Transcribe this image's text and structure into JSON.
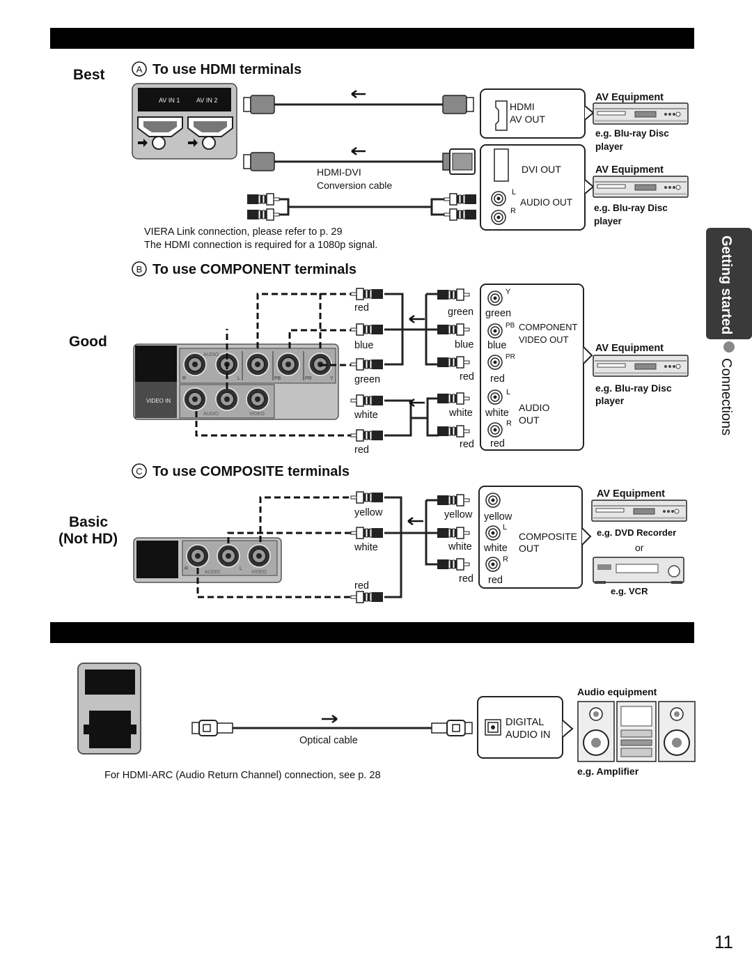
{
  "page_number": "11",
  "side_tab": {
    "getting_started": "Getting started",
    "connections": "Connections"
  },
  "quality": {
    "best": "Best",
    "good": "Good",
    "basic": "Basic",
    "not_hd": "(Not HD)"
  },
  "section_a": {
    "letter": "A",
    "title": "To use HDMI terminals",
    "tv_panel": {
      "av_in_1": "AV IN 1",
      "av_in_2": "AV IN 2"
    },
    "jack_hdmi_1": "HDMI",
    "jack_hdmi_2": "AV OUT",
    "jack_dvi": "DVI OUT",
    "jack_audio_out": "AUDIO OUT",
    "jack_l": "L",
    "jack_r": "R",
    "cable_label_1": "HDMI-DVI",
    "cable_label_2": "Conversion cable",
    "note_1": "VIERA Link connection, please refer to p. 29",
    "note_2": "The HDMI connection is required for a 1080p signal.",
    "equip_1_title": "AV Equipment",
    "equip_1_eg": "e.g. Blu-ray Disc",
    "equip_1_eg2": "player",
    "equip_2_title": "AV Equipment",
    "equip_2_eg": "e.g. Blu-ray Disc",
    "equip_2_eg2": "player"
  },
  "section_b": {
    "letter": "B",
    "title": "To use COMPONENT terminals",
    "tv_panel": {
      "audio": "AUDIO",
      "video_in": "VIDEO IN",
      "audio2": "AUDIO",
      "video": "VIDEO",
      "r": "R",
      "l": "L",
      "pb": "PB",
      "pr": "PR",
      "y": "Y"
    },
    "plug_labels_left": [
      "red",
      "blue",
      "green",
      "white",
      "red"
    ],
    "plug_labels_right": [
      "green",
      "blue",
      "red",
      "white",
      "red"
    ],
    "jack_labels": [
      "green",
      "blue",
      "red",
      "white",
      "red"
    ],
    "jack_y": "Y",
    "jack_pb": "PB",
    "jack_pr": "PR",
    "jack_l": "L",
    "jack_r": "R",
    "component_1": "COMPONENT",
    "component_2": "VIDEO OUT",
    "audio_1": "AUDIO",
    "audio_2": "OUT",
    "equip_title": "AV Equipment",
    "equip_eg": "e.g. Blu-ray Disc",
    "equip_eg2": "player"
  },
  "section_c": {
    "letter": "C",
    "title": "To use COMPOSITE terminals",
    "tv_panel": {
      "audio": "AUDIO",
      "video": "VIDEO",
      "r": "R",
      "l": "L"
    },
    "plug_labels_left": [
      "yellow",
      "white",
      "red"
    ],
    "plug_labels_right": [
      "yellow",
      "white",
      "red"
    ],
    "jack_labels": [
      "yellow",
      "white",
      "red"
    ],
    "jack_l": "L",
    "jack_r": "R",
    "composite_1": "COMPOSITE",
    "composite_2": "OUT",
    "equip_title": "AV Equipment",
    "equip_eg": "e.g. DVD Recorder",
    "or": "or",
    "equip_eg_vcr": "e.g. VCR"
  },
  "section_d": {
    "cable_label": "Optical cable",
    "jack_1": "DIGITAL",
    "jack_2": "AUDIO IN",
    "equip_title": "Audio equipment",
    "equip_eg": "e.g. Amplifier",
    "note": "For HDMI-ARC (Audio Return Channel) connection, see p. 28"
  },
  "colors": {
    "bar": "#000000",
    "tab": "#3a3a3a",
    "panel_gray": "#bcbcbc",
    "dark_panel": "#555555"
  }
}
